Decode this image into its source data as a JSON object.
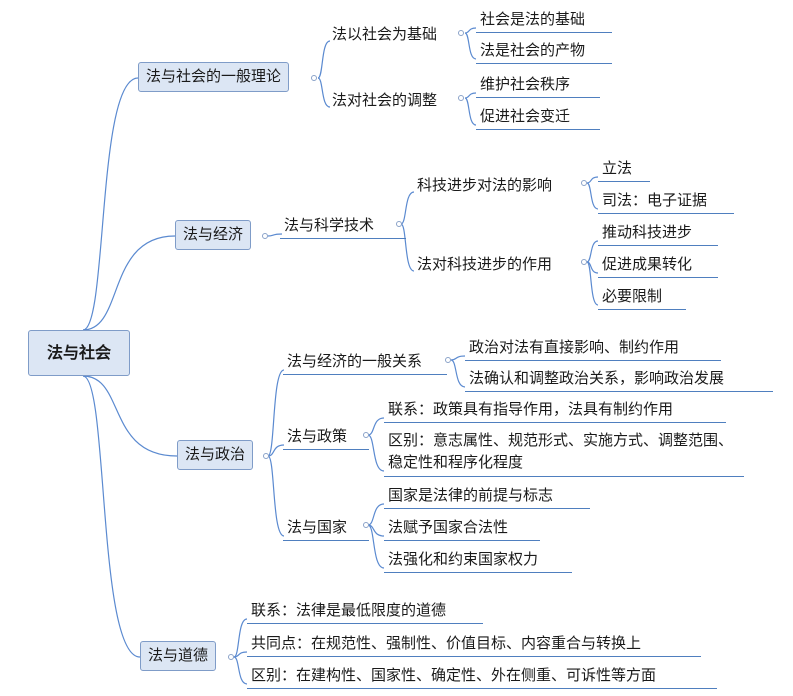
{
  "root": "法与社会",
  "b1": {
    "label": "法与社会的一般理论",
    "s1": {
      "label": "法以社会为基础",
      "items": [
        "社会是法的基础",
        "法是社会的产物"
      ]
    },
    "s2": {
      "label": "法对社会的调整",
      "items": [
        "维护社会秩序",
        "促进社会变迁"
      ]
    }
  },
  "b2": {
    "label": "法与经济",
    "s1": {
      "label": "法与科学技术",
      "t1": {
        "label": "科技进步对法的影响",
        "items": [
          "立法",
          "司法：电子证据"
        ]
      },
      "t2": {
        "label": "法对科技进步的作用",
        "items": [
          "推动科技进步",
          "促进成果转化",
          "必要限制"
        ]
      }
    }
  },
  "b3": {
    "label": "法与政治",
    "s1": {
      "label": "法与经济的一般关系",
      "items": [
        "政治对法有直接影响、制约作用",
        "法确认和调整政治关系，影响政治发展"
      ]
    },
    "s2": {
      "label": "法与政策",
      "items": [
        "联系：政策具有指导作用，法具有制约作用",
        "区别：意志属性、规范形式、实施方式、调整范围、稳定性和程序化程度"
      ]
    },
    "s3": {
      "label": "法与国家",
      "items": [
        "国家是法律的前提与标志",
        "法赋予国家合法性",
        "法强化和约束国家权力"
      ]
    }
  },
  "b4": {
    "label": "法与道德",
    "items": [
      "联系：法律是最低限度的道德",
      "共同点：在规范性、强制性、价值目标、内容重合与转换上",
      "区别：在建构性、国家性、确定性、外在侧重、可诉性等方面"
    ]
  }
}
